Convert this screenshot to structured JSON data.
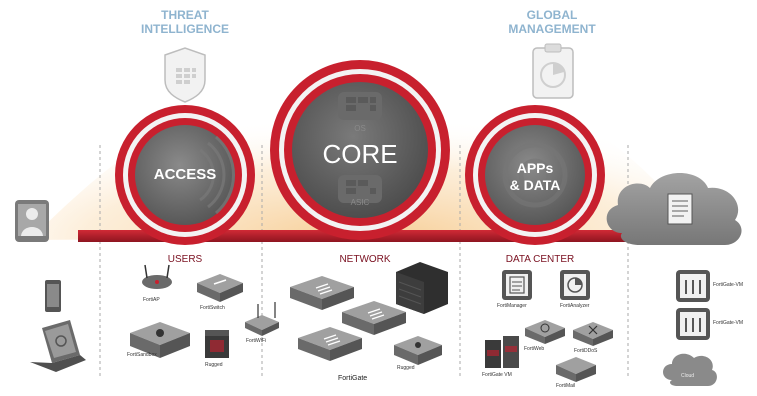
{
  "top_labels": {
    "threat_intelligence": "THREAT\nINTELLIGENCE",
    "global_management": "GLOBAL\nMANAGEMENT"
  },
  "circles": {
    "access": "ACCESS",
    "core": "CORE",
    "core_os": "OS",
    "core_asic": "ASIC",
    "apps_data": "APPs\n& DATA"
  },
  "sections": {
    "users": "USERS",
    "network": "NETWORK",
    "data_center": "DATA CENTER"
  },
  "devices": {
    "fortiap": "FortiAP",
    "fortiswitch": "FortiSwitch",
    "fortiwifi": "FortiWiFi",
    "fortisandbox": "FortiSandbox",
    "rugged_users": "Rugged",
    "fortigate": "FortiGate",
    "rugged_network": "Rugged",
    "fortimanager": "FortiManager",
    "fortianalyzer": "FortiAnalyzer",
    "fortiweb": "FortiWeb",
    "fortiddos": "FortiDDoS",
    "fortigate_vm": "FortiGate VM",
    "fortimail": "FortiMail",
    "cloud_server_1": "FortiGate-VM",
    "cloud_server_2": "FortiGate-VM",
    "cloud_small": "Cloud"
  },
  "colors": {
    "brand_red": "#c8202e",
    "dark_red": "#8e1520",
    "core_gray": "#5b5b5b",
    "label_blue": "#8fb4cf",
    "cloud_gray": "#8a8a8a"
  }
}
